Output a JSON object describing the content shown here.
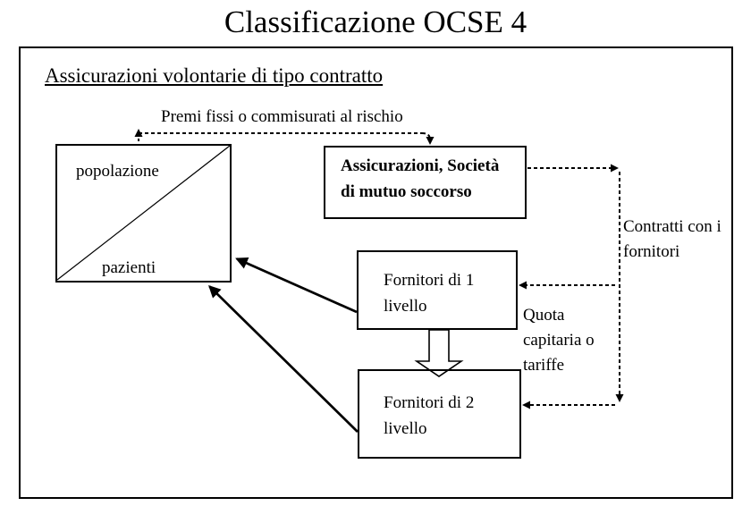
{
  "slide": {
    "title": "Classificazione OCSE 4",
    "heading": "Assicurazioni volontarie di tipo contratto"
  },
  "diagram": {
    "labels": {
      "premi": "Premi fissi o commisurati al rischio",
      "contratti": "Contratti con i\nfornitori",
      "quota": "Quota\ncapitaria o\ntariffe"
    },
    "nodes": {
      "popolazione": "popolazione",
      "pazienti": "pazienti",
      "assicurazioni": "Assicurazioni, Società\ndi mutuo soccorso",
      "fornitori_1": "Fornitori di 1\nlivello",
      "fornitori_2": "Fornitori di 2\nlivello"
    },
    "connectors": {
      "premi_connector": "dotted double-headed elbow between popolazione box and assicurazioni box",
      "contratti_connector": "dotted elbow from assicurazioni box down right side to fornitori boxes",
      "flow_arrow_1": "solid arrow from fornitori 1 box to popolazione box",
      "flow_arrow_2": "solid arrow from fornitori 2 box to popolazione box",
      "block_down_arrow": "outlined block arrow from fornitori 1 box to fornitori 2 box"
    },
    "colors": {
      "ink": "#000000",
      "background": "#ffffff"
    }
  }
}
